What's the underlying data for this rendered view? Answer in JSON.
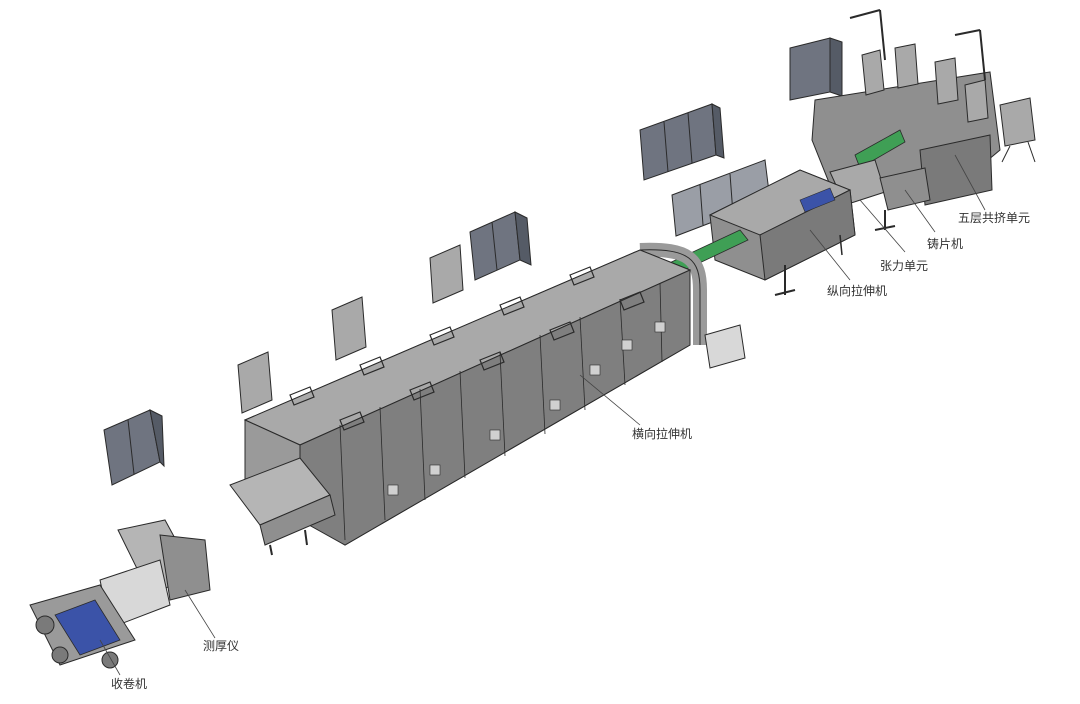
{
  "labels": {
    "extrusion": "五层共挤单元",
    "casting": "铸片机",
    "tension": "张力单元",
    "mdo": "纵向拉伸机",
    "tdo": "横向拉伸机",
    "gauge": "测厚仪",
    "winder": "收卷机"
  },
  "colors": {
    "machine_body": "#8f8f8f",
    "machine_top": "#a9a9a9",
    "cabinet": "#6f7480",
    "film": "#3f9f55",
    "roller": "#3b53a8",
    "line": "#2a2a2a"
  }
}
